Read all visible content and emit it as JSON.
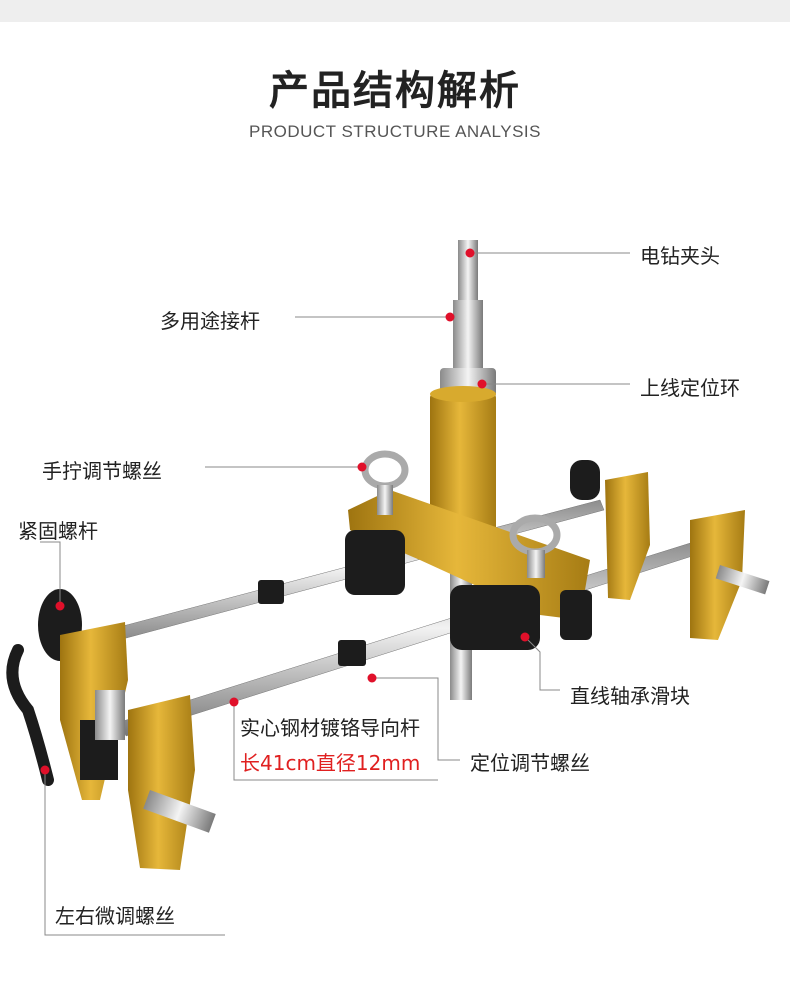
{
  "header": {
    "title": "产品结构解析",
    "subtitle": "PRODUCT STRUCTURE ANALYSIS"
  },
  "labels": {
    "chuck": "电钻夹头",
    "multi_rod": "多用途接杆",
    "positioning_ring": "上线定位环",
    "hand_screw": "手拧调节螺丝",
    "tight_rod": "紧固螺杆",
    "bearing_slider": "直线轴承滑块",
    "guide_rod": "实心钢材镀铬导向杆",
    "guide_rod_spec": "长41cm直径12mm",
    "positioning_screw": "定位调节螺丝",
    "lr_screw": "左右微调螺丝"
  },
  "colors": {
    "gold": "#c9981f",
    "marker": "#e0102a",
    "line": "#888888"
  }
}
